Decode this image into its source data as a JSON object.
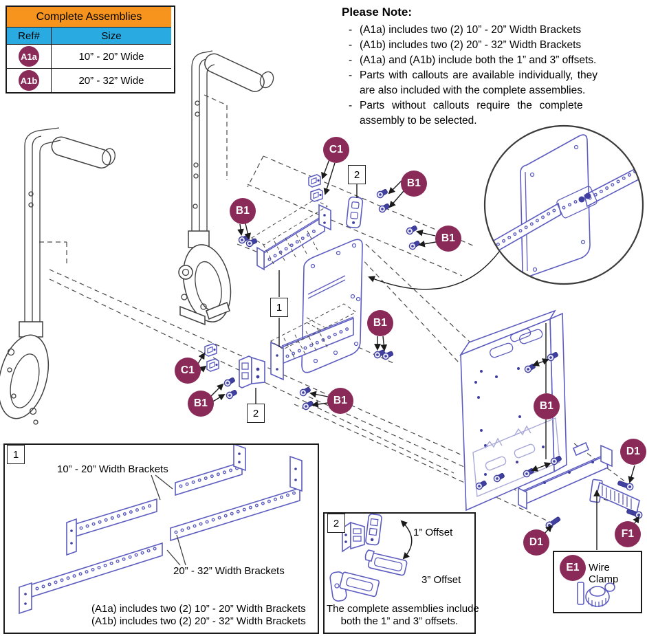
{
  "colors": {
    "badge": "#8a2a59",
    "table_header_orange": "#f7941d",
    "table_header_blue": "#29abe2",
    "line_blue": "#5c5cc0",
    "line_blue_light": "#a9a9d9",
    "line_dark": "#3f3f3f"
  },
  "table": {
    "title": "Complete Assemblies",
    "col_ref": "Ref#",
    "col_size": "Size",
    "rows": [
      {
        "ref": "A1a",
        "size": "10” - 20” Wide"
      },
      {
        "ref": "A1b",
        "size": "20” - 32” Wide"
      }
    ]
  },
  "note": {
    "title": "Please Note:",
    "lines": [
      {
        "d": "-",
        "t": "(A1a) includes two (2) 10” - 20” Width Brackets"
      },
      {
        "d": "-",
        "t": "(A1b) includes two (2) 20” - 32” Width Brackets"
      },
      {
        "d": "-",
        "t": "(A1a) and (A1b) include both the 1” and 3” offsets."
      },
      {
        "d": "-",
        "t": "Parts with callouts are available individually, they"
      },
      {
        "d": "",
        "t": "are also included with the complete assemblies."
      },
      {
        "d": "-",
        "t": "Parts without callouts require the complete"
      },
      {
        "d": "",
        "t": "assembly to be selected."
      }
    ]
  },
  "labels": {
    "b1": "B1",
    "c1": "C1",
    "d1": "D1",
    "f1": "F1",
    "e1": "E1",
    "box1": "1",
    "box2": "2"
  },
  "inset_brackets": {
    "num": "1",
    "label_top": "10” - 20” Width Brackets",
    "label_bottom": "20” - 32” Width Brackets",
    "note1": "(A1a) includes two (2) 10” - 20” Width Brackets",
    "note2": "(A1b) includes two (2) 20” - 32” Width Brackets"
  },
  "inset_offsets": {
    "num": "2",
    "offset_small": "1” Offset",
    "offset_large": "3” Offset",
    "note1": "The complete assemblies include",
    "note2": "both the 1” and 3” offsets."
  },
  "wire_clamp": {
    "ref": "E1",
    "label": "Wire Clamp"
  }
}
